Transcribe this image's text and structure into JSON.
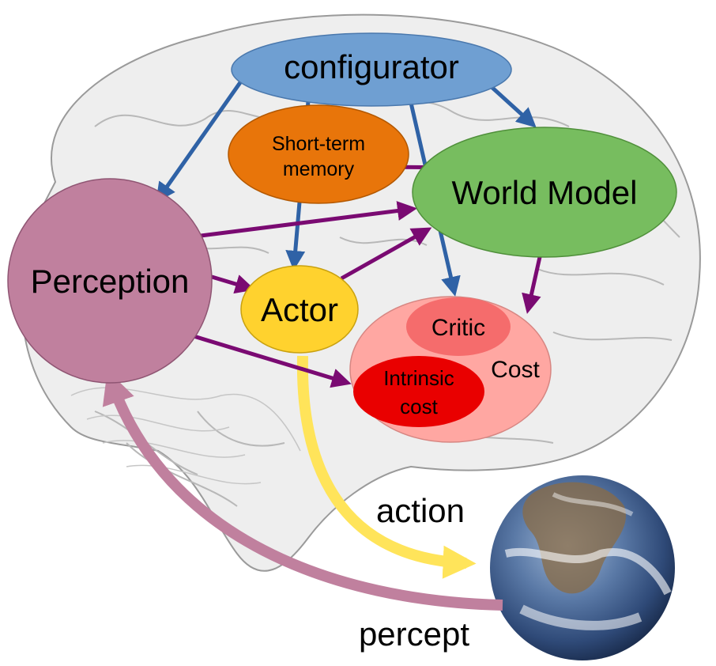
{
  "modules": {
    "configurator": "configurator",
    "short_term_memory": [
      "Short-term",
      "memory"
    ],
    "world_model": "World Model",
    "perception": "Perception",
    "actor": "Actor",
    "cost": "Cost",
    "critic": "Critic",
    "intrinsic_cost": [
      "Intrinsic",
      "cost"
    ]
  },
  "flows": {
    "action": "action",
    "percept": "percept"
  },
  "colors": {
    "configurator": "#6f9fd2",
    "short_term_memory": "#e8750a",
    "world_model": "#77bd5f",
    "perception": "#c0809e",
    "actor": "#ffd22e",
    "cost": "#ffa7a2",
    "critic": "#f56c6c",
    "intrinsic_cost": "#e90000",
    "config_arrow": "#2f62a6",
    "data_arrow": "#7a0a72",
    "action_arrow": "#ffe45a",
    "percept_arrow": "#c0809e"
  },
  "background_image": "brain-sketch",
  "world_image": "earth-globe"
}
